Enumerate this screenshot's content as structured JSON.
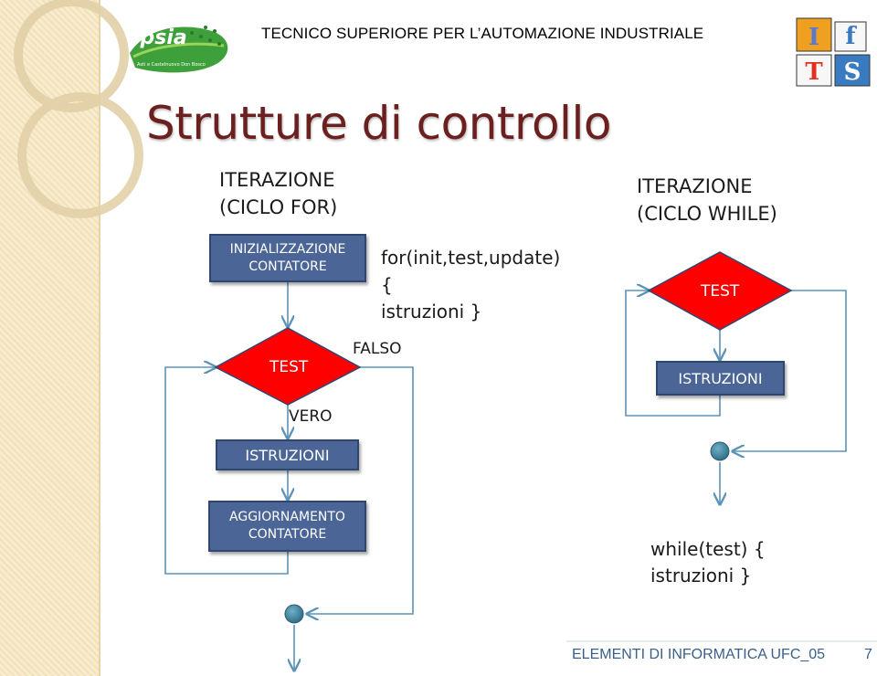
{
  "header": {
    "course_title": "TECNICO SUPERIORE PER L’AUTOMAZIONE INDUSTRIALE",
    "left_logo": {
      "name": "ipsia-logo",
      "text": "ipsia",
      "subtitle": "Asti e Castelnuovo Don Bosco"
    },
    "right_logo": {
      "name": "ifts-logo",
      "letters": [
        "I",
        "f",
        "T",
        "S"
      ]
    }
  },
  "slide": {
    "title": "Strutture di controllo"
  },
  "for_loop": {
    "heading_line1": "ITERAZIONE",
    "heading_line2": "(CICLO FOR)",
    "init_box_line1": "INIZIALIZZAZIONE",
    "init_box_line2": "CONTATORE",
    "test_label": "TEST",
    "false_label": "FALSO",
    "true_label": "VERO",
    "body_box": "ISTRUZIONI",
    "update_box_line1": "AGGIORNAMENTO",
    "update_box_line2": "CONTATORE",
    "code_line1": "for(init,test,update)",
    "code_line2": "{",
    "code_line3": "istruzioni }"
  },
  "while_loop": {
    "heading_line1": "ITERAZIONE",
    "heading_line2": "(CICLO WHILE)",
    "test_label": "TEST",
    "body_box": "ISTRUZIONI",
    "code_line1": "while(test) {",
    "code_line2": "istruzioni }"
  },
  "footer": {
    "course": "ELEMENTI DI INFORMATICA UFC_05",
    "page_number": "7"
  },
  "colors": {
    "title": "#6b1f1f",
    "diamond": "#ff0000",
    "box_fill": "#4a6596",
    "connector": "#4a90b0",
    "footer": "#3a5f8a"
  }
}
